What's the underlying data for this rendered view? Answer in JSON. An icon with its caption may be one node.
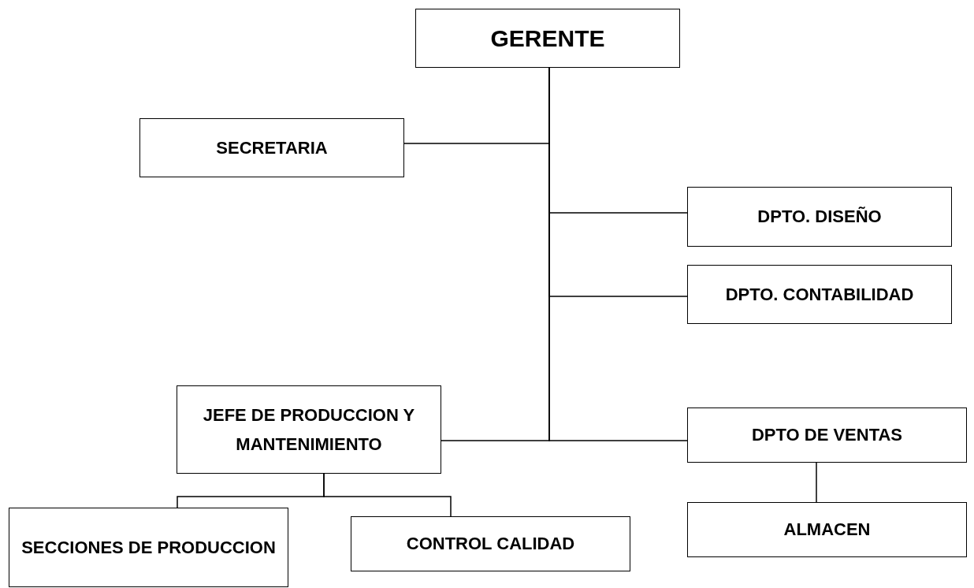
{
  "diagram": {
    "nodes": [
      {
        "text": [
          "GERENTE"
        ]
      },
      {
        "text": [
          "SECRETARIA"
        ]
      },
      {
        "text": [
          "DPTO. DISEÑO"
        ]
      },
      {
        "text": [
          "DPTO. CONTABILIDAD"
        ]
      },
      {
        "text": [
          "JEFE DE PRODUCCION Y MANTENIMIENTO"
        ]
      },
      {
        "text": [
          "DPTO DE VENTAS"
        ]
      },
      {
        "text": [
          "ALMACEN"
        ]
      },
      {
        "text": [
          "SECCIONES DE PRODUCCION"
        ]
      },
      {
        "text": [
          "CONTROL CALIDAD"
        ]
      }
    ],
    "edges": [
      {
        "from": 0,
        "to": 1,
        "arrow": "none"
      },
      {
        "from": 0,
        "to": 2,
        "arrow": "none"
      },
      {
        "from": 0,
        "to": 3,
        "arrow": "none"
      },
      {
        "from": 0,
        "to": 4,
        "arrow": "none"
      },
      {
        "from": 0,
        "to": 5,
        "arrow": "none"
      },
      {
        "from": 5,
        "to": 6,
        "arrow": "none"
      },
      {
        "from": 4,
        "to": 7,
        "arrow": "none"
      },
      {
        "from": 4,
        "to": 8,
        "arrow": "none"
      }
    ]
  }
}
